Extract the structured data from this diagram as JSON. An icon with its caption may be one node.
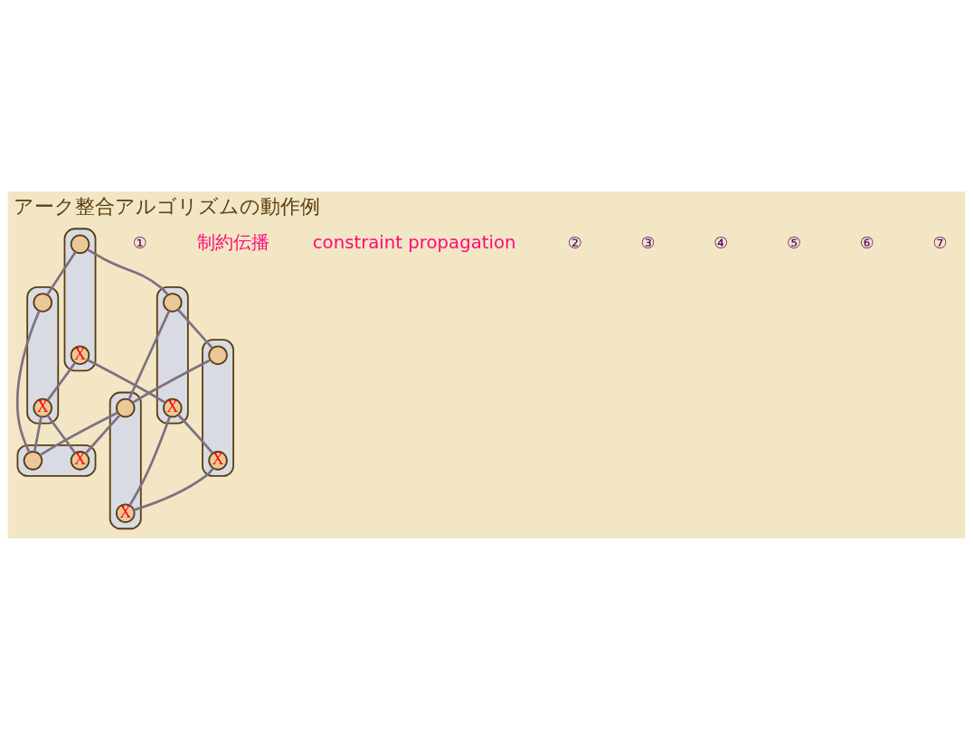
{
  "diagram": {
    "title": "アーク整合アルゴリズムの動作例",
    "nodes": [
      {
        "text": [],
        "shape": "ellipse"
      },
      {
        "text": [],
        "shape": "circle",
        "in": 0
      },
      {
        "text": [
          "X"
        ],
        "in": 0
      },
      {
        "text": [],
        "shape": "ellipse"
      },
      {
        "text": [],
        "shape": "circle",
        "in": 3
      },
      {
        "text": [
          "X"
        ],
        "in": 3
      },
      {
        "text": [],
        "shape": "ellipse"
      },
      {
        "text": [],
        "shape": "circle",
        "in": 6
      },
      {
        "text": [
          "X"
        ],
        "in": 6
      },
      {
        "text": [],
        "shape": "ellipse"
      },
      {
        "text": [],
        "shape": "circle",
        "in": 9
      },
      {
        "text": [
          "X"
        ],
        "in": 9
      },
      {
        "text": [],
        "shape": "ellipse"
      },
      {
        "text": [],
        "shape": "circle",
        "in": 12
      },
      {
        "text": [
          "X"
        ],
        "in": 12
      },
      {
        "text": [],
        "shape": "ellipse"
      },
      {
        "text": [],
        "shape": "circle",
        "in": 15
      },
      {
        "text": [
          "X"
        ],
        "in": 15
      }
    ],
    "edges": [
      {
        "from": 1,
        "to": 4,
        "arrow": "none"
      },
      {
        "from": 2,
        "to": 5,
        "arrow": "none"
      },
      {
        "from": 1,
        "to": 7,
        "arrow": "none"
      },
      {
        "from": 2,
        "to": 8,
        "arrow": "none"
      },
      {
        "from": 4,
        "to": 10,
        "arrow": "none"
      },
      {
        "from": 5,
        "to": 10,
        "arrow": "none"
      },
      {
        "from": 5,
        "to": 11,
        "arrow": "none"
      },
      {
        "from": 7,
        "to": 13,
        "arrow": "none"
      },
      {
        "from": 8,
        "to": 14,
        "arrow": "none"
      },
      {
        "from": 7,
        "to": 16,
        "arrow": "none"
      },
      {
        "from": 8,
        "to": 17,
        "arrow": "none"
      },
      {
        "from": 13,
        "to": 16,
        "arrow": "none"
      },
      {
        "from": 14,
        "to": 17,
        "arrow": "none"
      },
      {
        "from": 16,
        "to": 10,
        "arrow": "none"
      },
      {
        "from": 16,
        "to": 11,
        "arrow": "none"
      }
    ],
    "labels": [
      "①",
      "制約伝播",
      "constraint propagation",
      "②",
      "③",
      "④",
      "⑤",
      "⑥",
      "⑦"
    ]
  }
}
